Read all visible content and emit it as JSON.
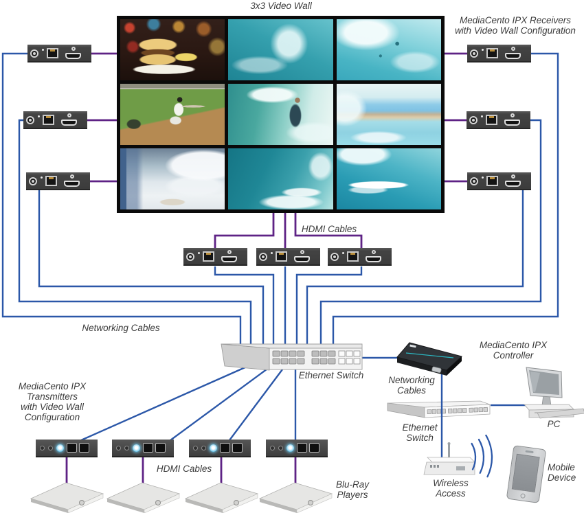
{
  "video_wall": {
    "rows": 3,
    "cols": 3
  },
  "labels": {
    "title": "3x3 Video Wall",
    "receivers": [
      "MediaCento IPX Receivers",
      "with Video Wall Configuration"
    ],
    "hdmi_cables_top": "HDMI Cables",
    "networking_cables": "Networking Cables",
    "ethernet_switch": "Ethernet Switch",
    "controller": [
      "MediaCento IPX",
      "Controller"
    ],
    "networking_cables_right": [
      "Networking",
      "Cables"
    ],
    "ethernet_switch_small": [
      "Ethernet",
      "Switch"
    ],
    "pc": "PC",
    "wireless_access": [
      "Wireless",
      "Access"
    ],
    "mobile_device": [
      "Mobile",
      "Device"
    ],
    "transmitters": [
      "MediaCento IPX",
      "Transmitters",
      "with Video Wall",
      "Configuration"
    ],
    "hdmi_cables_bottom": "HDMI Cables",
    "bluray_players": [
      "Blu-Ray",
      "Players"
    ]
  },
  "colors": {
    "network_cable": "#2b57a8",
    "hdmi_cable": "#5e2285",
    "device_body": "#454545",
    "label_text": "#3b3b3b",
    "transmitter_led": "#6ec6ea",
    "controller_accent": "#2bbac4"
  }
}
